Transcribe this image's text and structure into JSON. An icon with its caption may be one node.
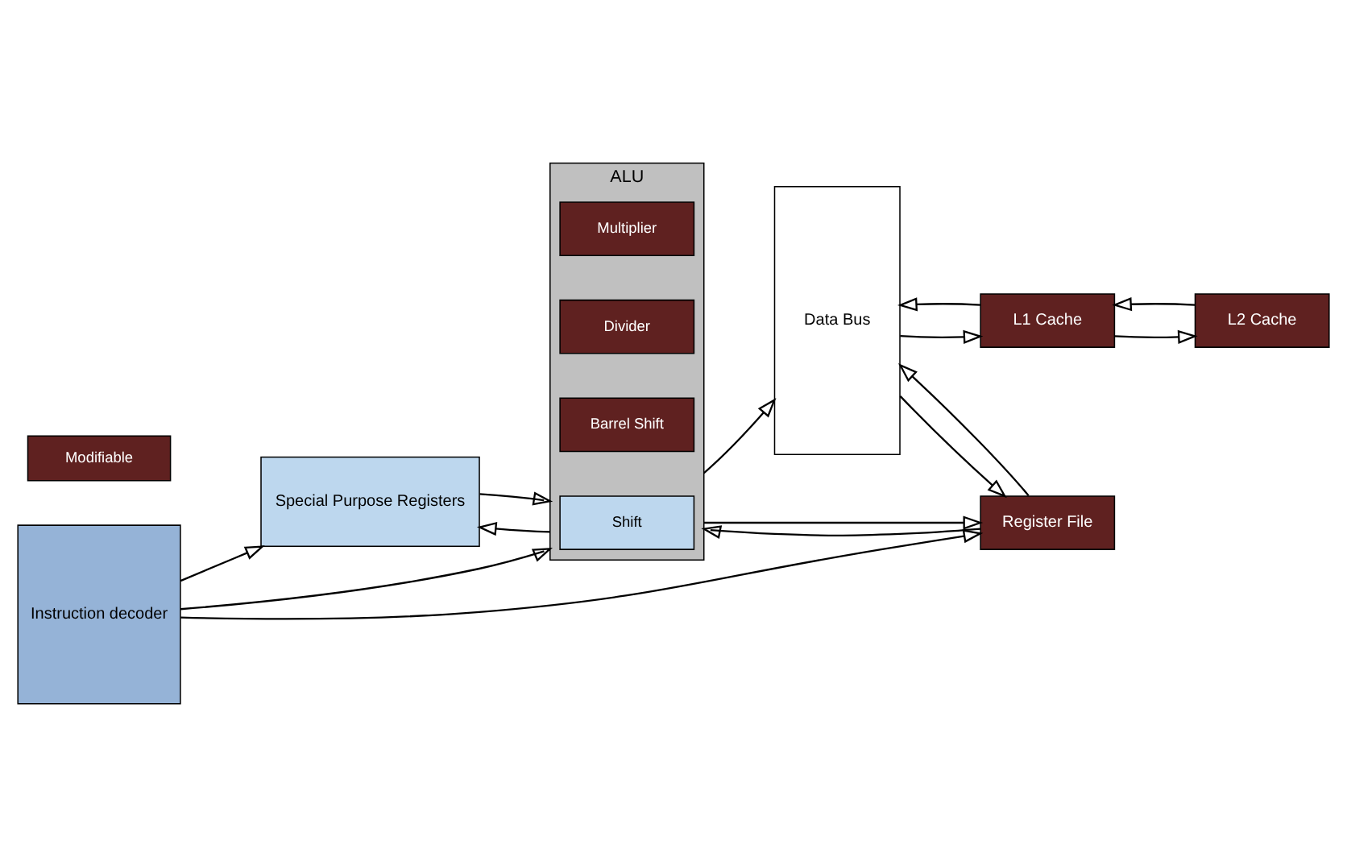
{
  "diagram": {
    "nodes": [
      {
        "text": [
          "Special Purpose Registers"
        ]
      },
      {
        "text": [
          "ALU"
        ]
      },
      {
        "text": [
          "Shift"
        ],
        "in": 1
      },
      {
        "text": [
          "Barrel Shift"
        ],
        "in": 1
      },
      {
        "text": [
          "Divider"
        ],
        "in": 1
      },
      {
        "text": [
          "Multiplier"
        ],
        "in": 1
      },
      {
        "text": [
          "Data Bus"
        ]
      },
      {
        "text": [
          "L1 Cache"
        ]
      },
      {
        "text": [
          "Instruction decoder"
        ]
      },
      {
        "text": [
          "Register File"
        ]
      },
      {
        "text": [
          "L2 Cache"
        ]
      }
    ],
    "edges": [
      {
        "from": 0,
        "to": 1,
        "arrow": "to"
      },
      {
        "from": 1,
        "to": 0,
        "arrow": "to"
      },
      {
        "from": 8,
        "to": 0,
        "arrow": "to"
      },
      {
        "from": 8,
        "to": 1,
        "arrow": "to"
      },
      {
        "from": 1,
        "to": 6,
        "arrow": "to"
      },
      {
        "from": 1,
        "to": 9,
        "arrow": "to"
      },
      {
        "from": 9,
        "to": 1,
        "arrow": "to"
      },
      {
        "from": 8,
        "to": 9,
        "arrow": "to"
      },
      {
        "from": 9,
        "to": 6,
        "arrow": "to"
      },
      {
        "from": 6,
        "to": 9,
        "arrow": "to"
      },
      {
        "from": 7,
        "to": 6,
        "arrow": "to"
      },
      {
        "from": 6,
        "to": 7,
        "arrow": "to"
      },
      {
        "from": 7,
        "to": 10,
        "arrow": "to"
      },
      {
        "from": 10,
        "to": 7,
        "arrow": "to"
      }
    ],
    "legend": [
      {
        "text": "Modifiable",
        "color": "#5f2120"
      }
    ]
  }
}
